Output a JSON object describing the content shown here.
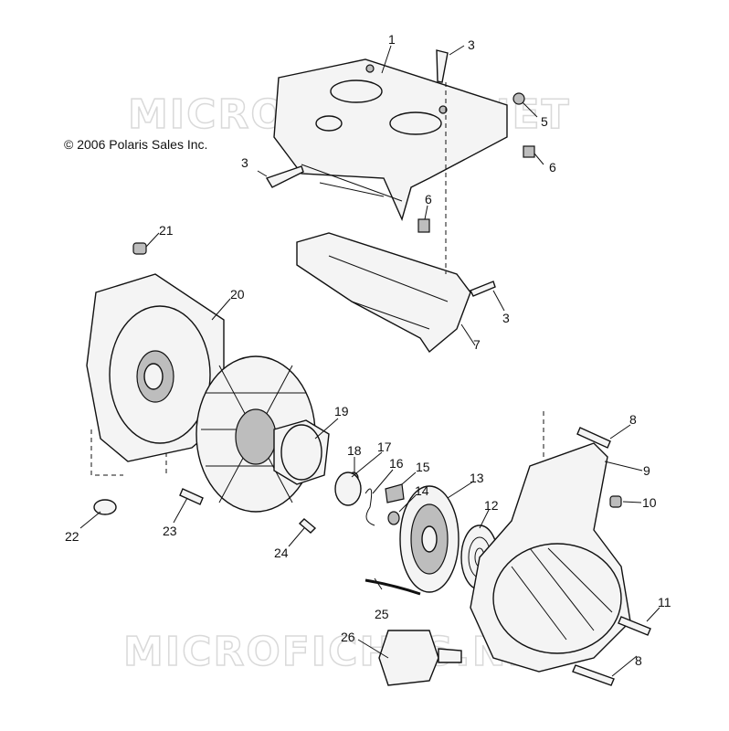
{
  "copyright": "© 2006 Polaris Sales Inc.",
  "watermark": "MICROFICHES.NET",
  "callouts": {
    "c1": "1",
    "c3a": "3",
    "c5": "5",
    "c6a": "6",
    "c3b": "3",
    "c6b": "6",
    "c21": "21",
    "c20": "20",
    "c3c": "3",
    "c7": "7",
    "c19": "19",
    "c18": "18",
    "c17": "17",
    "c16": "16",
    "c15": "15",
    "c14": "14",
    "c13": "13",
    "c12": "12",
    "c8a": "8",
    "c9": "9",
    "c10": "10",
    "c22": "22",
    "c23": "23",
    "c24": "24",
    "c25": "25",
    "c26": "26",
    "c11": "11",
    "c8b": "8"
  }
}
